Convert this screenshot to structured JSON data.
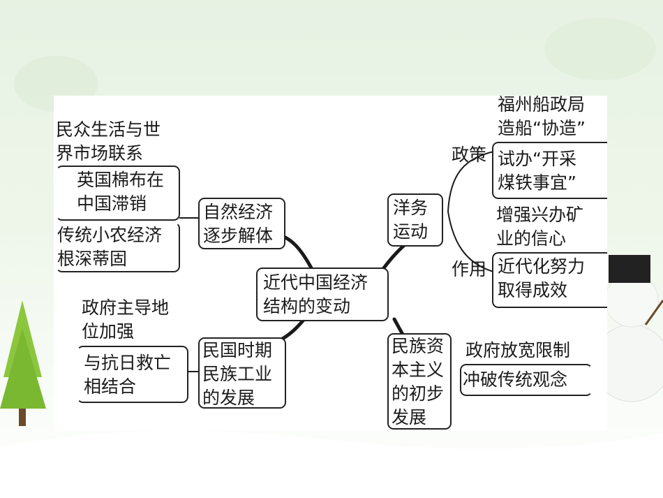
{
  "mindmap": {
    "center": [
      "近代中国经济",
      "结构的变动"
    ],
    "left_top": {
      "node": [
        "自然经济",
        "逐步解体"
      ],
      "heading": [
        "民众生活与世",
        "界市场联系"
      ],
      "branch1": [
        "英国棉布在",
        "中国滞销"
      ],
      "branch2": [
        "传统小农经济",
        "根深蒂固"
      ]
    },
    "left_bottom": {
      "node": [
        "民国时期",
        "民族工业",
        "的发展"
      ],
      "heading": [
        "政府主导地",
        "位加强"
      ],
      "branch1": [
        "与抗日救亡",
        "相结合"
      ]
    },
    "right_top": {
      "node": [
        "洋务",
        "运动"
      ],
      "label_policy": "政策",
      "policy1": [
        "福州船政局",
        "造船“协造”"
      ],
      "policy2": [
        "试办“开采",
        "煤铁事宜”"
      ],
      "label_effect": "作用",
      "effect1": [
        "增强兴办矿",
        "业的信心"
      ],
      "effect2": [
        "近代化努力",
        "取得成效"
      ]
    },
    "right_bottom": {
      "node": [
        "民族资",
        "本主义",
        "的初步",
        "发展"
      ],
      "branch1": "政府放宽限制",
      "branch2": "冲破传统观念"
    }
  }
}
